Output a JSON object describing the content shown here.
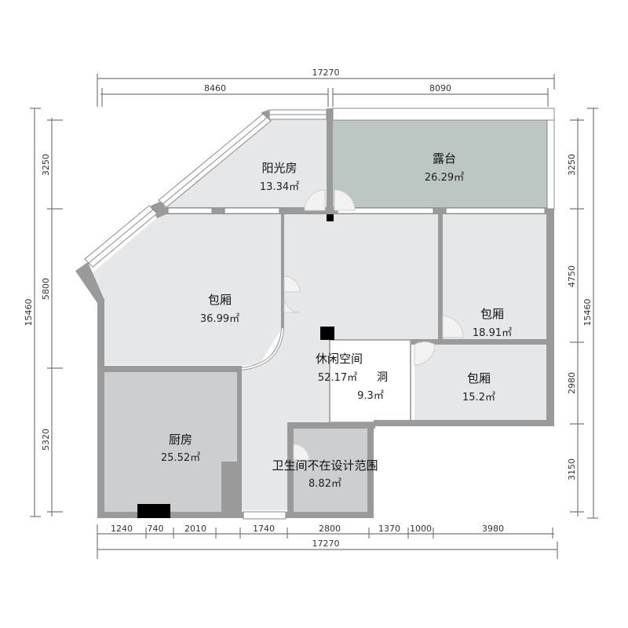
{
  "colors": {
    "wall": "#9a9a9a",
    "floor": "#e6e7e9",
    "kitchen_floor": "#cdcecf",
    "terrace_floor": "#bcc6c3",
    "window": "#ffffff",
    "dim_line": "#777777",
    "column": "#000000"
  },
  "rooms": [
    {
      "id": "sunroom",
      "name": "阳光房",
      "area": "13.34㎡"
    },
    {
      "id": "terrace",
      "name": "露台",
      "area": "26.29㎡"
    },
    {
      "id": "private-room-large",
      "name": "包厢",
      "area": "36.99㎡"
    },
    {
      "id": "private-room-mid",
      "name": "包厢",
      "area": "18.91㎡"
    },
    {
      "id": "lounge",
      "name": "休闲空间",
      "area": "52.17㎡"
    },
    {
      "id": "opening",
      "name": "洞",
      "area": "9.3㎡"
    },
    {
      "id": "private-room-small",
      "name": "包厢",
      "area": "15.2㎡"
    },
    {
      "id": "kitchen",
      "name": "厨房",
      "area": "25.52㎡"
    },
    {
      "id": "bathroom",
      "name": "卫生间不在设计范围",
      "area": "8.82㎡"
    }
  ],
  "dimensions": {
    "top_total": "17270",
    "top_segments": [
      "8460",
      "8090"
    ],
    "bottom_total": "17270",
    "bottom_segments": [
      "1240",
      "740",
      "2010",
      "1740",
      "2800",
      "1370",
      "1000",
      "3980"
    ],
    "left_total": "15460",
    "left_segments": [
      "3250",
      "5800",
      "5320"
    ],
    "right_total": "15460",
    "right_segments": [
      "3250",
      "4750",
      "2980",
      "3150"
    ]
  }
}
